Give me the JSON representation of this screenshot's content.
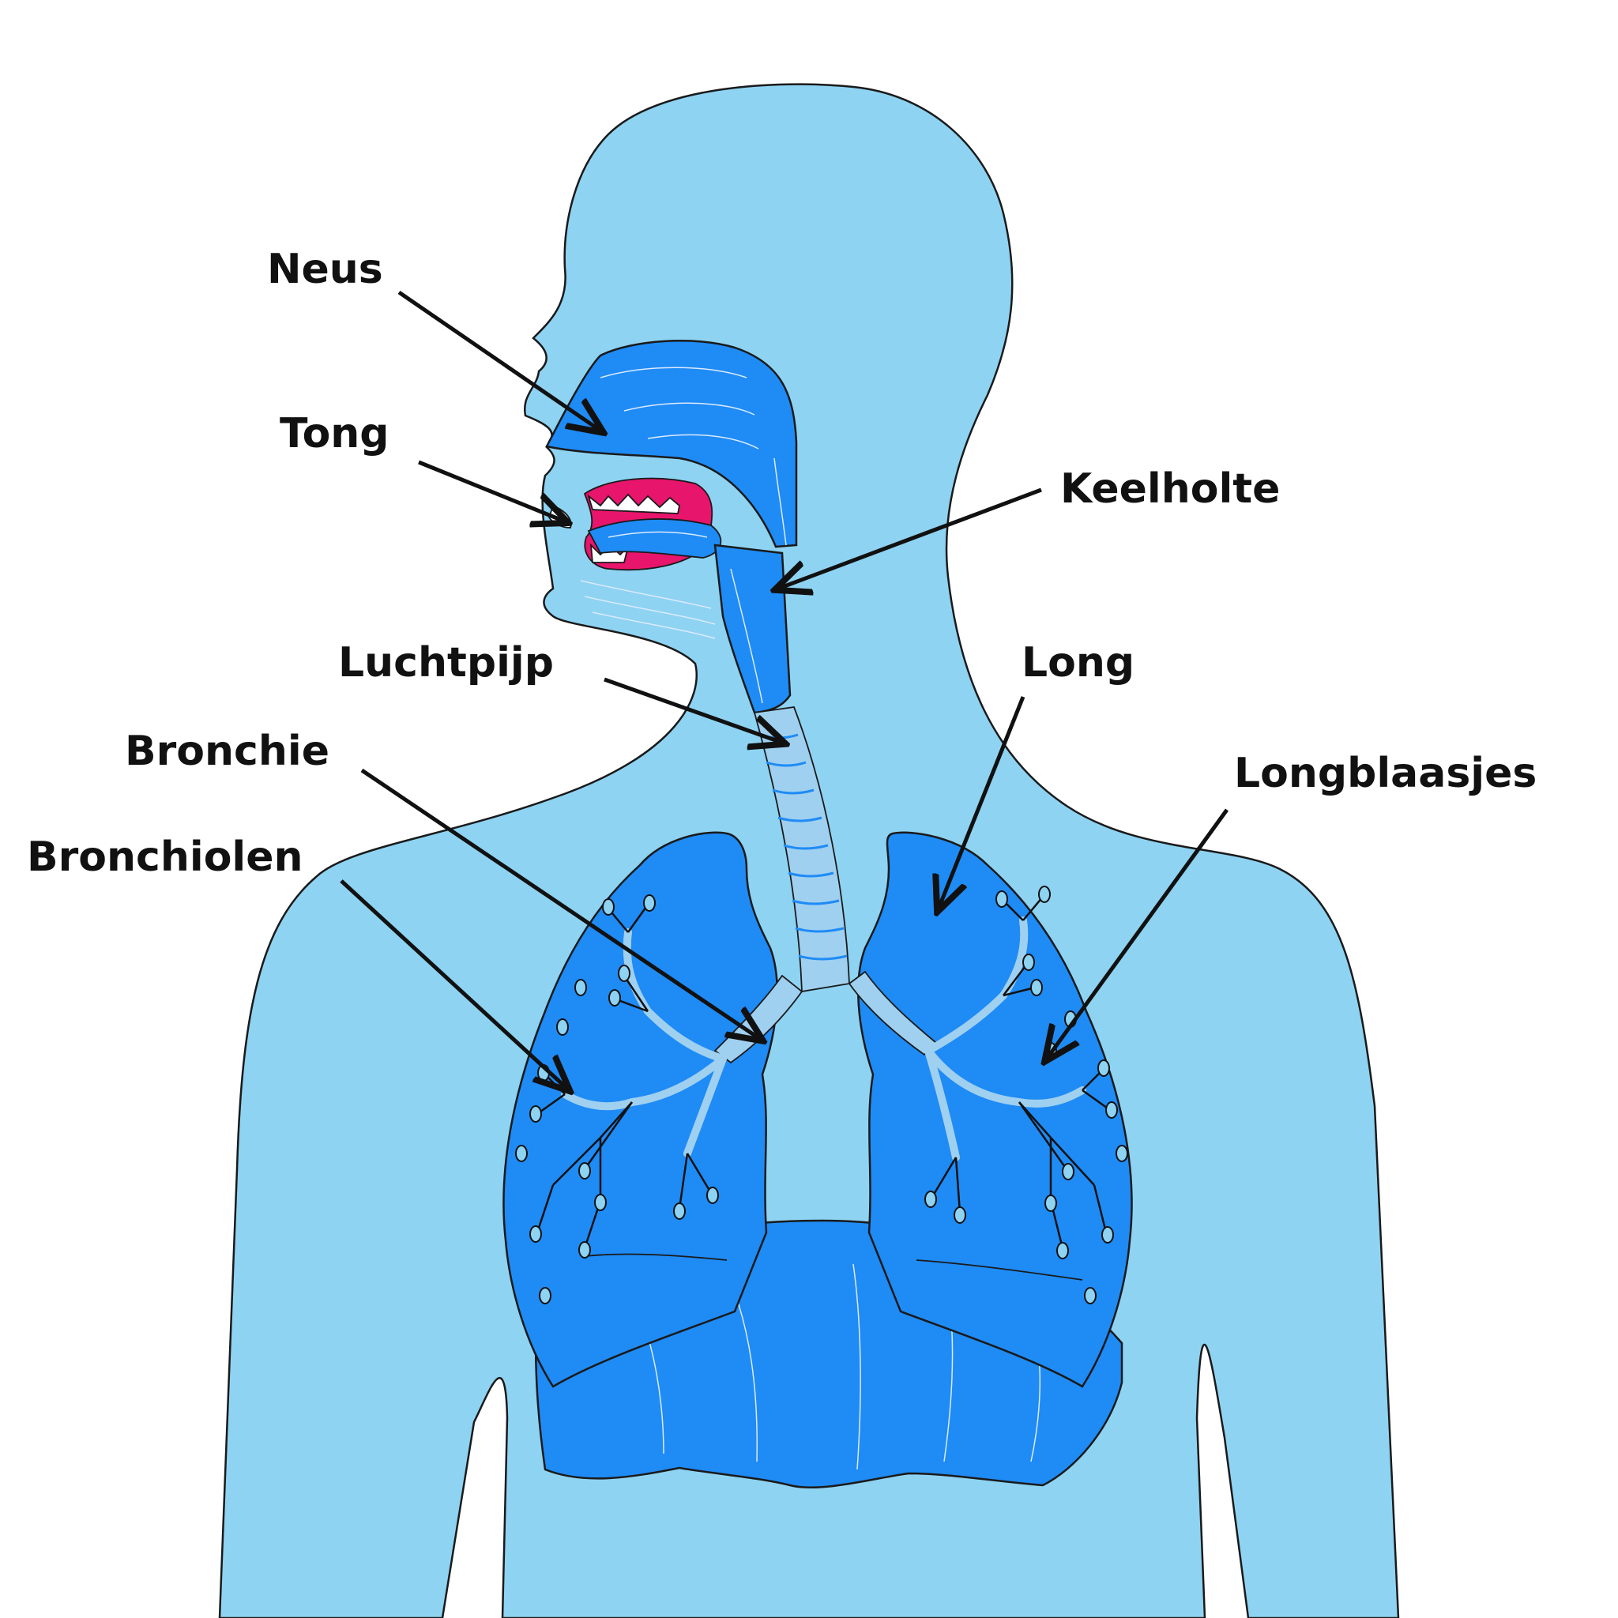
{
  "labels": {
    "neus": "Neus",
    "tong": "Tong",
    "keelholte": "Keelholte",
    "luchtpijp": "Luchtpijp",
    "long": "Long",
    "bronchie": "Bronchie",
    "longblaasjes": "Longblaasjes",
    "bronchiolen": "Bronchiolen"
  },
  "colors": {
    "body": "#8ed3f2",
    "organ": "#1f8bf5",
    "airway": "#9fd0f0",
    "mouth": "#e8156c",
    "outline": "#1a1a1a"
  }
}
